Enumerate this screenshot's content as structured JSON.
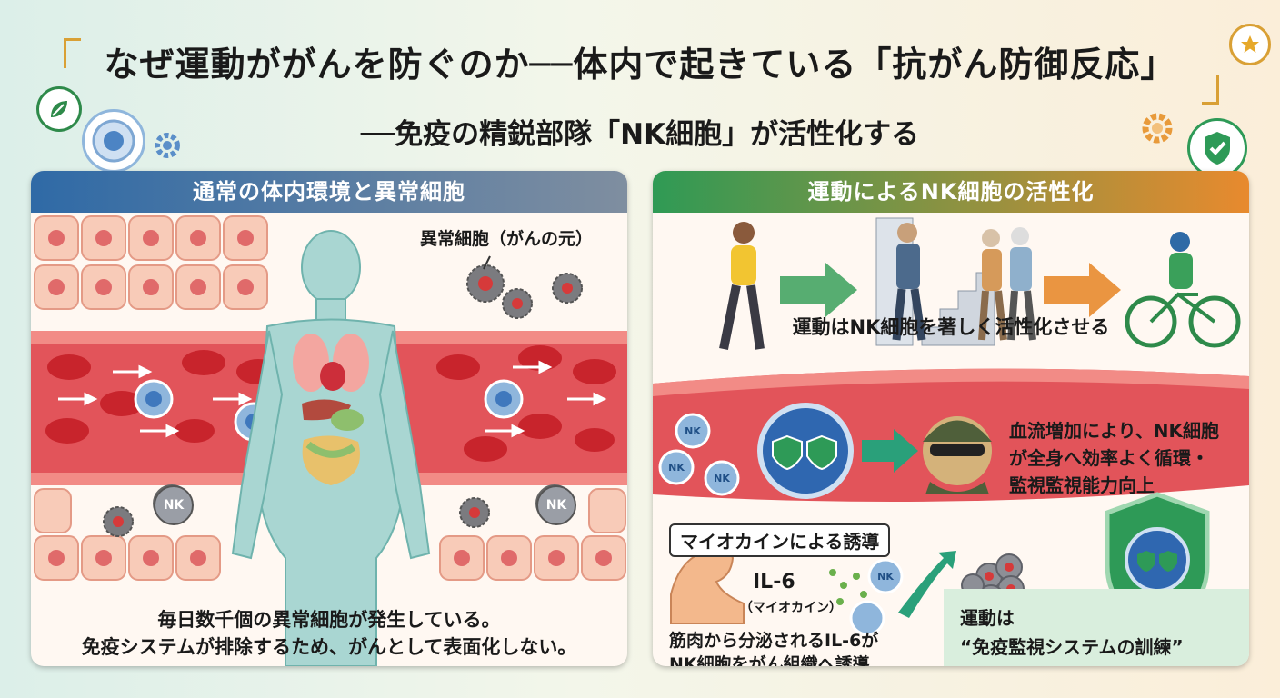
{
  "title": "なぜ運動ががんを防ぐのか──体内で起きている「抗がん防御反応」",
  "subtitle": "──免疫の精鋭部隊「NK細胞」が活性化する",
  "left_panel": {
    "header": "通常の体内環境と異常細胞",
    "abnormal_label": "異常細胞（がんの元）",
    "nk_label": "NK",
    "caption_line1": "毎日数千個の異常細胞が発生している。",
    "caption_line2": "免疫システムが排除するため、がんとして表面化しない。"
  },
  "right_panel": {
    "header": "運動によるNK細胞の活性化",
    "activity_caption": "運動はNK細胞を著しく活性化させる",
    "bloodflow_line1": "血流増加により、NK細胞",
    "bloodflow_line2": "が全身へ効率よく循環・",
    "bloodflow_line3": "監視監視能力向上",
    "nk_small_labels": [
      "NK",
      "NK",
      "NK",
      "NK"
    ],
    "myokine_box": "マイオカインによる誘導",
    "il6_label": "IL-6",
    "il6_sub": "（マイオカイン）",
    "il6_caption_line1": "筋肉から分泌されるIL-6が",
    "il6_caption_line2": "NK細胞をがん組織へ誘導",
    "conclusion_line1": "運動は",
    "conclusion_line2": "“免疫監視システムの訓練”"
  },
  "colors": {
    "left_header": "#2f6aa6",
    "right_header_start": "#2f9a55",
    "right_header_end": "#e88a2e",
    "blood_vessel": "#e2545a",
    "red_cell": "#c8242c",
    "nk_cell": "#5b8fc9",
    "shield": "#2e9a57"
  },
  "icons": [
    "leaf-icon",
    "cell-icon",
    "gear-icon",
    "star-icon",
    "gear-orange-icon",
    "shield-check-icon"
  ]
}
